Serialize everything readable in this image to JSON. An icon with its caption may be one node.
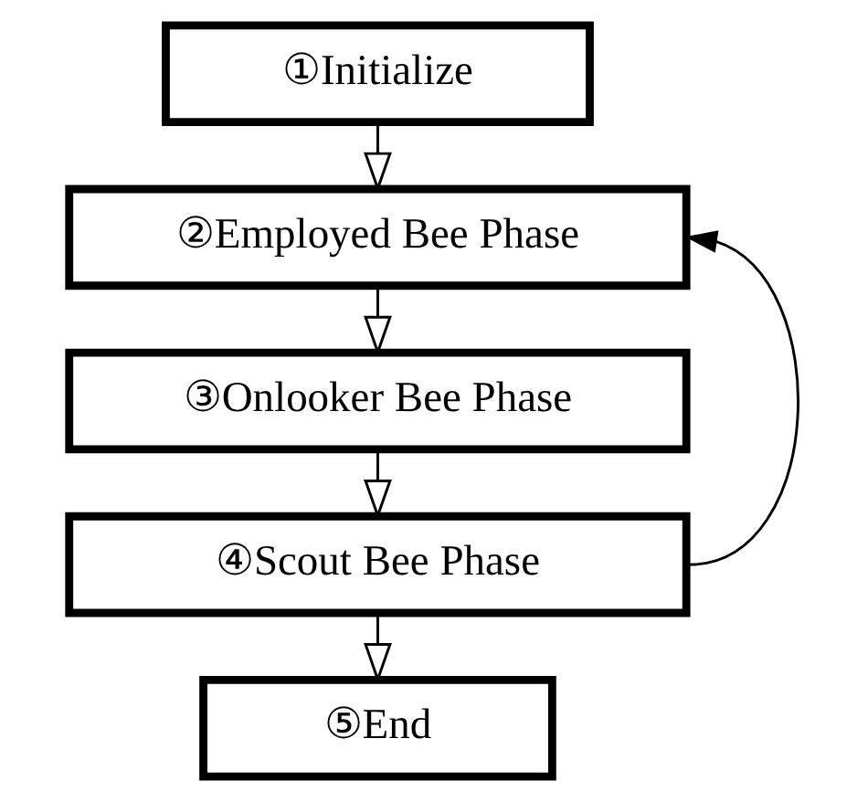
{
  "diagram": {
    "nodes": [
      {
        "text": [
          "①Initialize"
        ]
      },
      {
        "text": [
          "②Employed Bee Phase"
        ]
      },
      {
        "text": [
          "③Onlooker Bee Phase"
        ]
      },
      {
        "text": [
          "④Scout Bee Phase"
        ]
      },
      {
        "text": [
          "⑤End"
        ]
      }
    ],
    "edges": [
      {
        "from": 0,
        "to": 1,
        "arrow": "to"
      },
      {
        "from": 1,
        "to": 2,
        "arrow": "to"
      },
      {
        "from": 2,
        "to": 3,
        "arrow": "to"
      },
      {
        "from": 3,
        "to": 4,
        "arrow": "to"
      },
      {
        "from": 3,
        "to": 1,
        "arrow": "to"
      }
    ]
  }
}
